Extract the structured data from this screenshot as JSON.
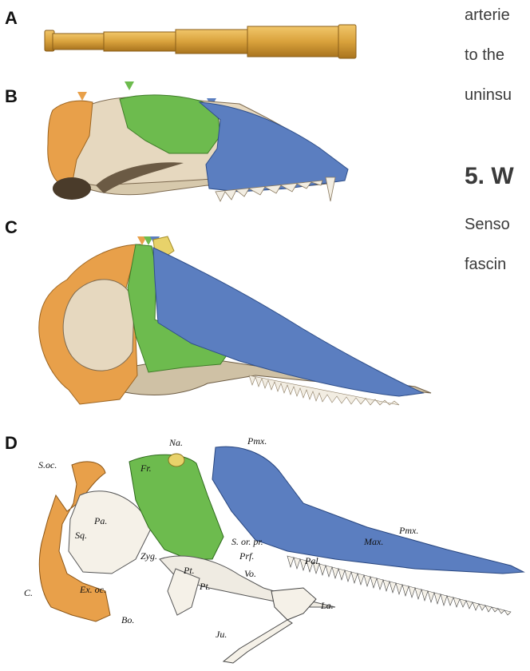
{
  "panels": {
    "a": "A",
    "b": "B",
    "c": "C",
    "d": "D"
  },
  "right_text": {
    "line1": "arterie",
    "line2": "to the",
    "line3": "uninsu",
    "heading": "5. W",
    "line4": "Senso",
    "line5": "fascin"
  },
  "labels": {
    "na": "Na.",
    "pmx_top": "Pmx.",
    "s_oc": "S.oc.",
    "fr": "Fr.",
    "pa": "Pa.",
    "sq": "Sq.",
    "zyg": "Zyg.",
    "s_or_pr": "S. or. pr.",
    "prf": "Prf.",
    "pmx_lower": "Pmx.",
    "max": "Max.",
    "pal": "Pal.",
    "vo": "Vo.",
    "pt1": "Pt.",
    "pt2": "Pt.",
    "c": "C.",
    "ex_oc": "Ex. oc.",
    "bo": "Bo.",
    "la": "La.",
    "ju": "Ju."
  },
  "colors": {
    "orange": "#E8A04A",
    "green": "#6DBB4E",
    "blue": "#5B7EC0",
    "yellow": "#E8D26A",
    "bone": "#E6D8BF",
    "telescope": "#D9A23C"
  }
}
